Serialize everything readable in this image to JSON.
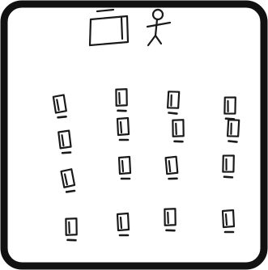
{
  "sketch": {
    "subject": "classroom-seating-layout",
    "rows": 4,
    "columns": 4,
    "front_items": [
      "screen-icon",
      "presenter-icon"
    ],
    "seat_icon": "desk-icon",
    "ink_color": "#1a1a1a",
    "border_color": "#111111",
    "background_color": "#ffffff"
  }
}
